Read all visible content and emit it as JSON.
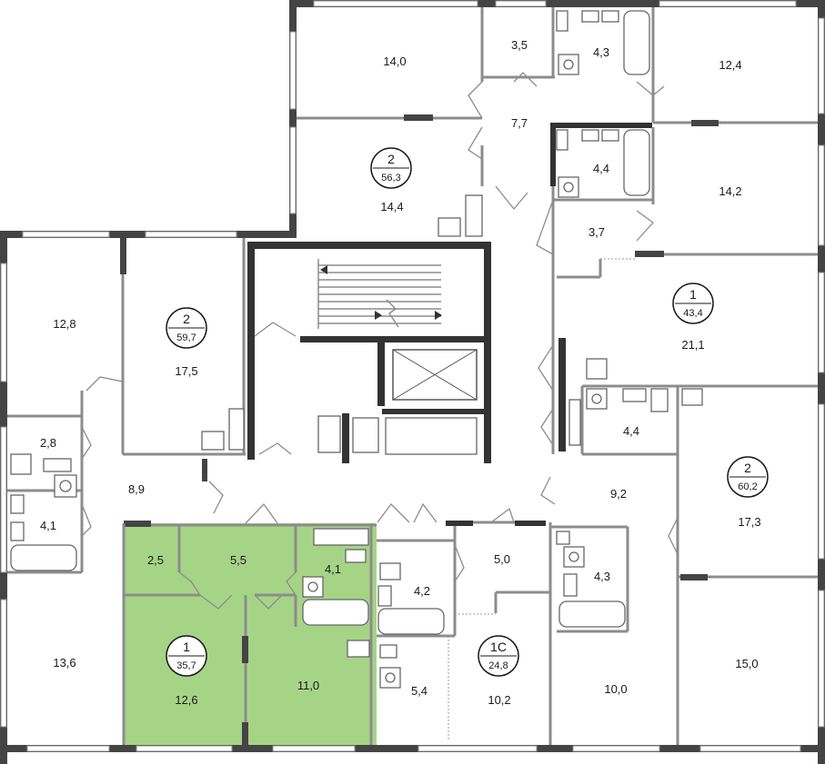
{
  "highlight_color": "#a6d486",
  "apartments": [
    {
      "id": "apt-2-top",
      "rooms": "2",
      "area": "56,3"
    },
    {
      "id": "apt-2-left",
      "rooms": "2",
      "area": "59,7"
    },
    {
      "id": "apt-1-right",
      "rooms": "1",
      "area": "43,4"
    },
    {
      "id": "apt-2-right",
      "rooms": "2",
      "area": "60,2"
    },
    {
      "id": "apt-1-highlight",
      "rooms": "1",
      "area": "35,7"
    },
    {
      "id": "apt-1c",
      "rooms": "1С",
      "area": "24,8"
    }
  ],
  "rooms": [
    "14,0",
    "3,5",
    "4,3",
    "12,4",
    "7,7",
    "14,4",
    "4,4",
    "14,2",
    "3,7",
    "12,8",
    "17,5",
    "21,1",
    "2,8",
    "8,9",
    "4,1",
    "9,2",
    "4,4",
    "17,3",
    "2,5",
    "5,5",
    "4,1",
    "4,2",
    "5,0",
    "4,3",
    "13,6",
    "12,6",
    "11,0",
    "5,4",
    "10,2",
    "10,0",
    "15,0"
  ]
}
